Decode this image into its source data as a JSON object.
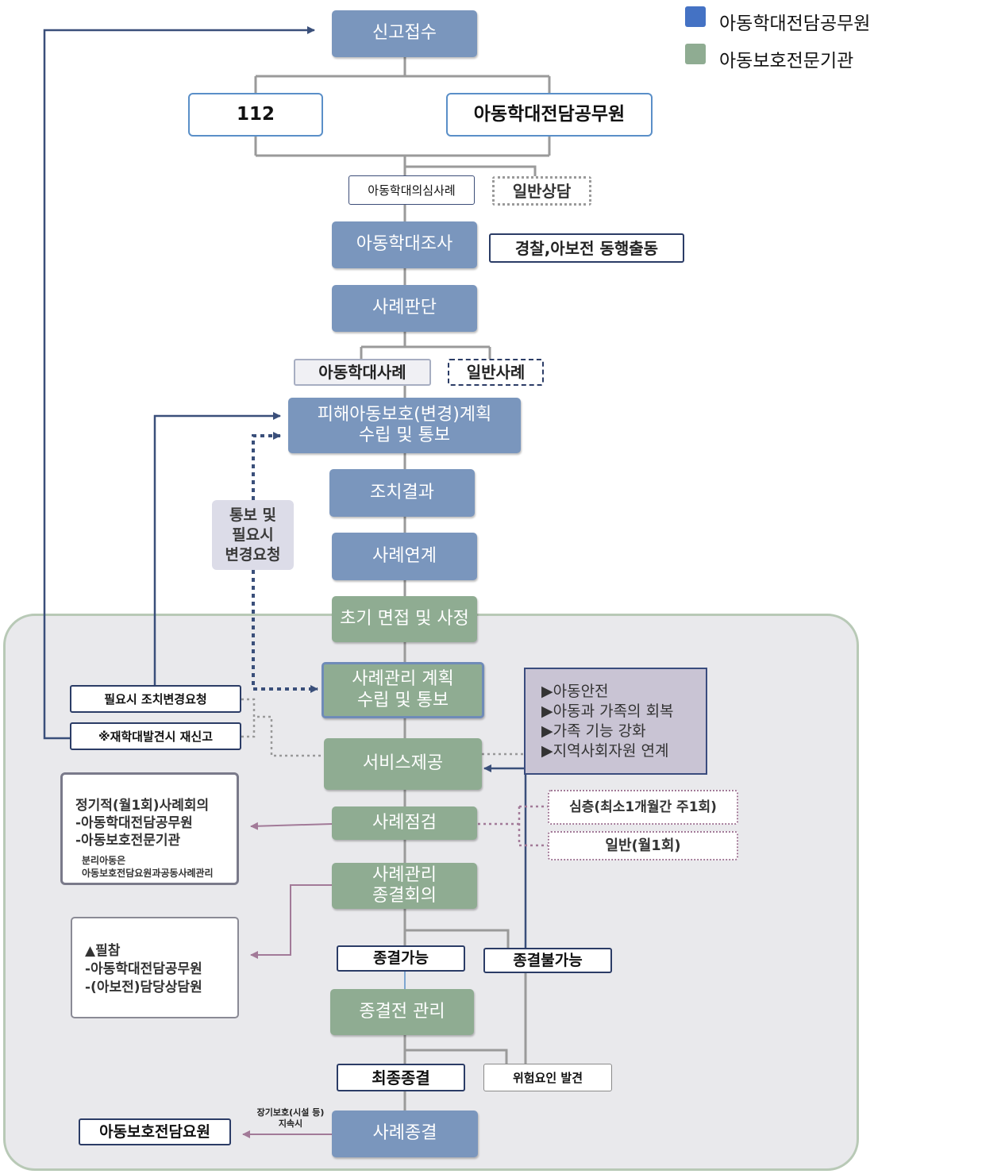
{
  "legend": [
    {
      "label": "아동학대전담공무원",
      "color": "#4472c4"
    },
    {
      "label": "아동보호전문기관",
      "color": "#8fac92"
    }
  ],
  "nodes": {
    "report_receipt": "신고접수",
    "n112": "112",
    "officer": "아동학대전담공무원",
    "suspected_case": "아동학대의심사례",
    "general_counsel": "일반상담",
    "investigation": "아동학대조사",
    "joint_dispatch": "경찰,아보전 동행출동",
    "case_judgment": "사례판단",
    "abuse_case": "아동학대사례",
    "general_case": "일반사례",
    "protection_plan": [
      "피해아동보호(변경)계획",
      "수립 및 통보"
    ],
    "action_result": "조치결과",
    "case_link": "사례연계",
    "initial_interview": "초기 면접 및 사정",
    "case_mgmt_plan": [
      "사례관리 계획",
      "수립 및 통보"
    ],
    "notify_request": [
      "통보 및",
      "필요시",
      "변경요청"
    ],
    "action_change_request": "필요시 조치변경요청",
    "re_report": "※재학대발견시 재신고",
    "service": "서비스제공",
    "goals": [
      "▶아동안전",
      "▶아동과 가족의 회복",
      "▶가족 기능 강화",
      "▶지역사회자원 연계"
    ],
    "case_check": "사례점검",
    "intensive": "심층(최소1개월간 주1회)",
    "general_monthly": "일반(월1회)",
    "regular_meeting": [
      "정기적(월1회)사례회의",
      "-아동학대전담공무원",
      "-아동보호전문기관"
    ],
    "separated_child": [
      "분리아동은",
      "아동보호전담요원과공동사례관리"
    ],
    "closing_meeting": [
      "사례관리",
      "종결회의"
    ],
    "attendance": [
      "▲필참",
      "-아동학대전담공무원",
      "-(아보전)담당상담원"
    ],
    "closable": "종결가능",
    "not_closable": "종결불가능",
    "pre_close_mgmt": "종결전 관리",
    "final_close": "최종종결",
    "risk_found": "위험요인 발견",
    "case_close": "사례종결",
    "long_term_note": [
      "장기보호(시설 등)",
      "지속시"
    ],
    "protection_officer": "아동보호전담요원"
  }
}
